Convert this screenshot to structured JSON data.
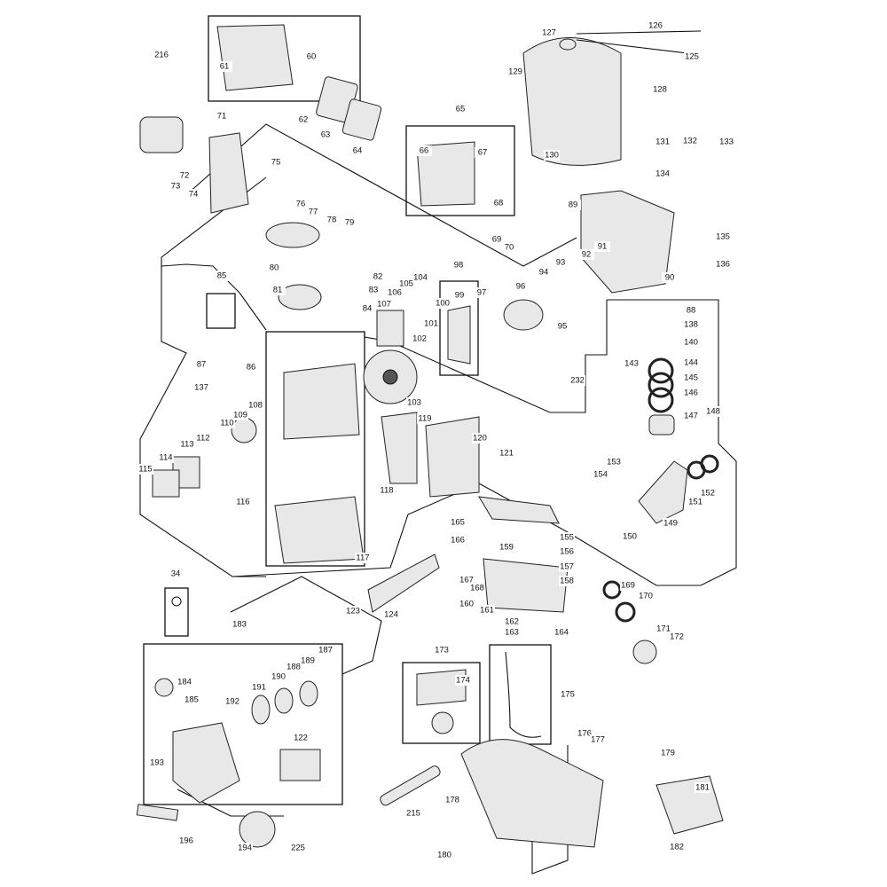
{
  "diagram": {
    "type": "exploded parts diagram",
    "labels": [
      "216",
      "60",
      "61",
      "71",
      "62",
      "63",
      "64",
      "65",
      "66",
      "67",
      "68",
      "69",
      "70",
      "72",
      "73",
      "74",
      "75",
      "76",
      "77",
      "78",
      "79",
      "80",
      "81",
      "82",
      "83",
      "84",
      "85",
      "86",
      "87",
      "88",
      "89",
      "90",
      "91",
      "92",
      "93",
      "94",
      "95",
      "96",
      "97",
      "98",
      "99",
      "100",
      "101",
      "102",
      "103",
      "104",
      "105",
      "106",
      "107",
      "108",
      "109",
      "110",
      "112",
      "113",
      "114",
      "115",
      "116",
      "117",
      "118",
      "119",
      "120",
      "121",
      "122",
      "123",
      "124",
      "125",
      "126",
      "127",
      "128",
      "129",
      "130",
      "131",
      "132",
      "133",
      "134",
      "135",
      "136",
      "137",
      "138",
      "140",
      "143",
      "144",
      "145",
      "146",
      "147",
      "148",
      "149",
      "150",
      "151",
      "152",
      "153",
      "154",
      "155",
      "156",
      "157",
      "158",
      "159",
      "160",
      "161",
      "162",
      "163",
      "164",
      "165",
      "166",
      "167",
      "168",
      "169",
      "170",
      "171",
      "172",
      "173",
      "174",
      "175",
      "176",
      "177",
      "178",
      "179",
      "180",
      "181",
      "182",
      "183",
      "184",
      "185",
      "187",
      "188",
      "189",
      "190",
      "191",
      "192",
      "193",
      "194",
      "196",
      "215",
      "225",
      "232",
      "34"
    ]
  }
}
